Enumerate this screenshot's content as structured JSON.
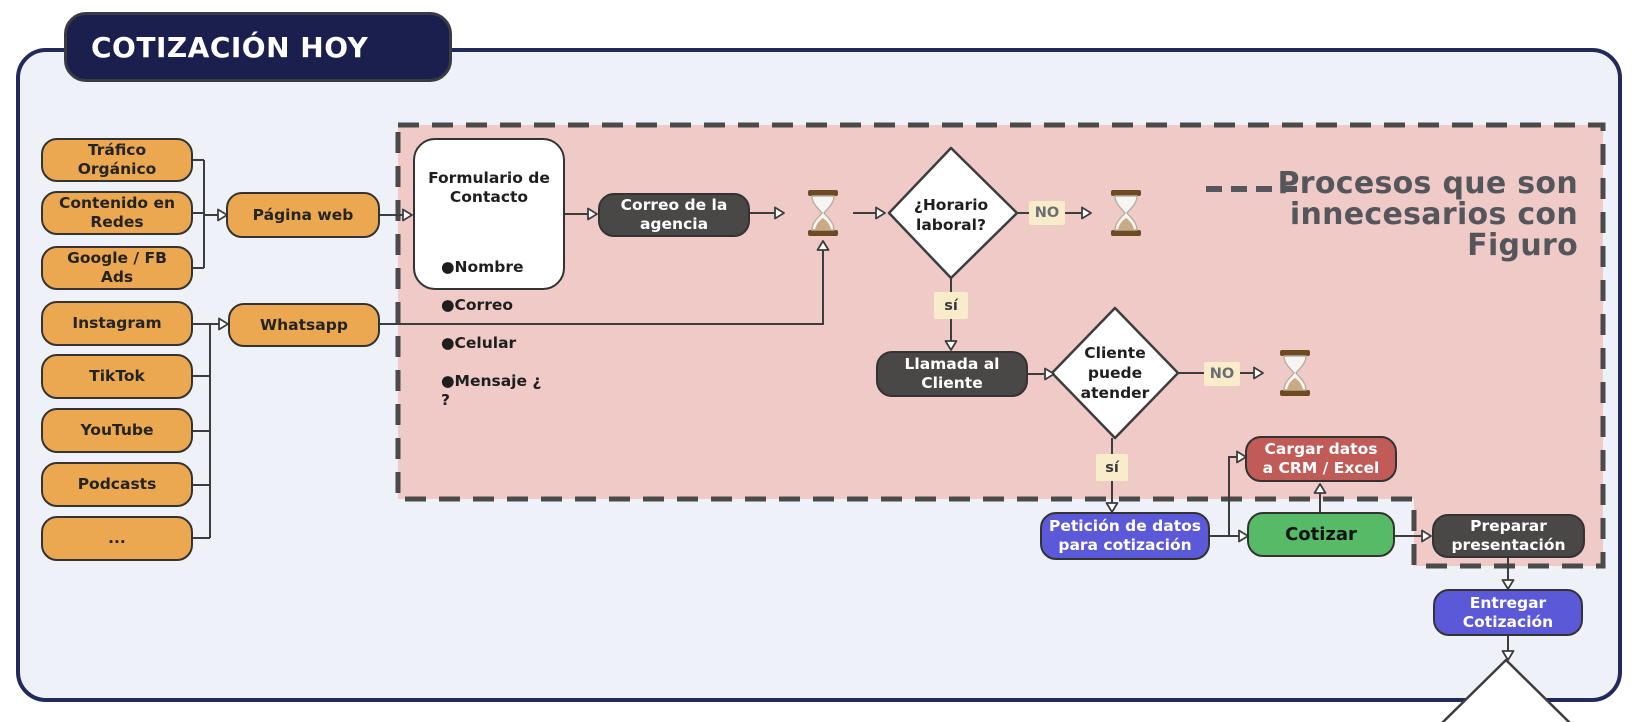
{
  "title": "COTIZACIÓN HOY",
  "annotation": "Procesos que son\ninnecesarios con\nFiguro",
  "colors": {
    "navy_title": "#1B1F4E",
    "container_bg": "#EEF1F7",
    "container_border": "#222A5C",
    "orange_node": "#ECA850",
    "dark_node": "#4A4747",
    "purple_node": "#5B59D7",
    "green_node": "#56BA66",
    "red_node": "#C05B58",
    "cream_label": "#F8ECCA",
    "pink_zone": "#EFCAC7",
    "dashed_border": "#4A4A4A"
  },
  "channels": {
    "trafico": "Tráfico\nOrgánico",
    "contenido": "Contenido en\nRedes",
    "google_ads": "Google / FB\nAds",
    "instagram": "Instagram",
    "tiktok": "TikTok",
    "youtube": "YouTube",
    "podcasts": "Podcasts",
    "more": "..."
  },
  "nodes": {
    "pagina_web": "Página web",
    "whatsapp": "Whatsapp",
    "formulario_title": "Formulario de\nContacto",
    "formulario_items": [
      "●Nombre",
      "●Correo",
      "●Celular",
      "●Mensaje ¿ ?"
    ],
    "correo_agencia": "Correo de la\nagencia",
    "horario_laboral": "¿Horario\nlaboral?",
    "llamada_cliente": "Llamada al\nCliente",
    "cliente_atender": "Cliente\npuede\natender",
    "peticion_datos": "Petición de datos\npara cotización",
    "cargar_datos": "Cargar datos\na CRM / Excel",
    "cotizar": "Cotizar",
    "preparar": "Preparar\npresentación",
    "entregar": "Entregar\nCotización"
  },
  "labels": {
    "yes1": "sí",
    "no1": "NO",
    "yes2": "sí",
    "no2": "NO"
  }
}
